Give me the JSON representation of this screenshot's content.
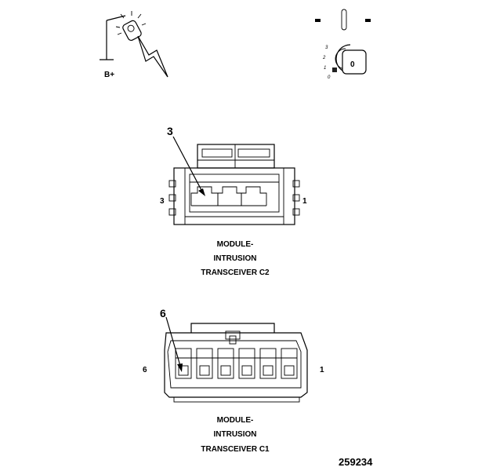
{
  "top_left_icon": {
    "label": "B+"
  },
  "top_right_icon": {
    "positions": [
      "3",
      "2",
      "1",
      "0"
    ],
    "key_label": "0"
  },
  "connector_c2": {
    "callout": "3",
    "pin_left": "3",
    "pin_right": "1",
    "caption": [
      "MODULE-",
      "INTRUSION",
      "TRANSCEIVER C2"
    ]
  },
  "connector_c1": {
    "callout": "6",
    "pin_left": "6",
    "pin_right": "1",
    "caption": [
      "MODULE-",
      "INTRUSION",
      "TRANSCEIVER C1"
    ]
  },
  "figure_number": "259234"
}
